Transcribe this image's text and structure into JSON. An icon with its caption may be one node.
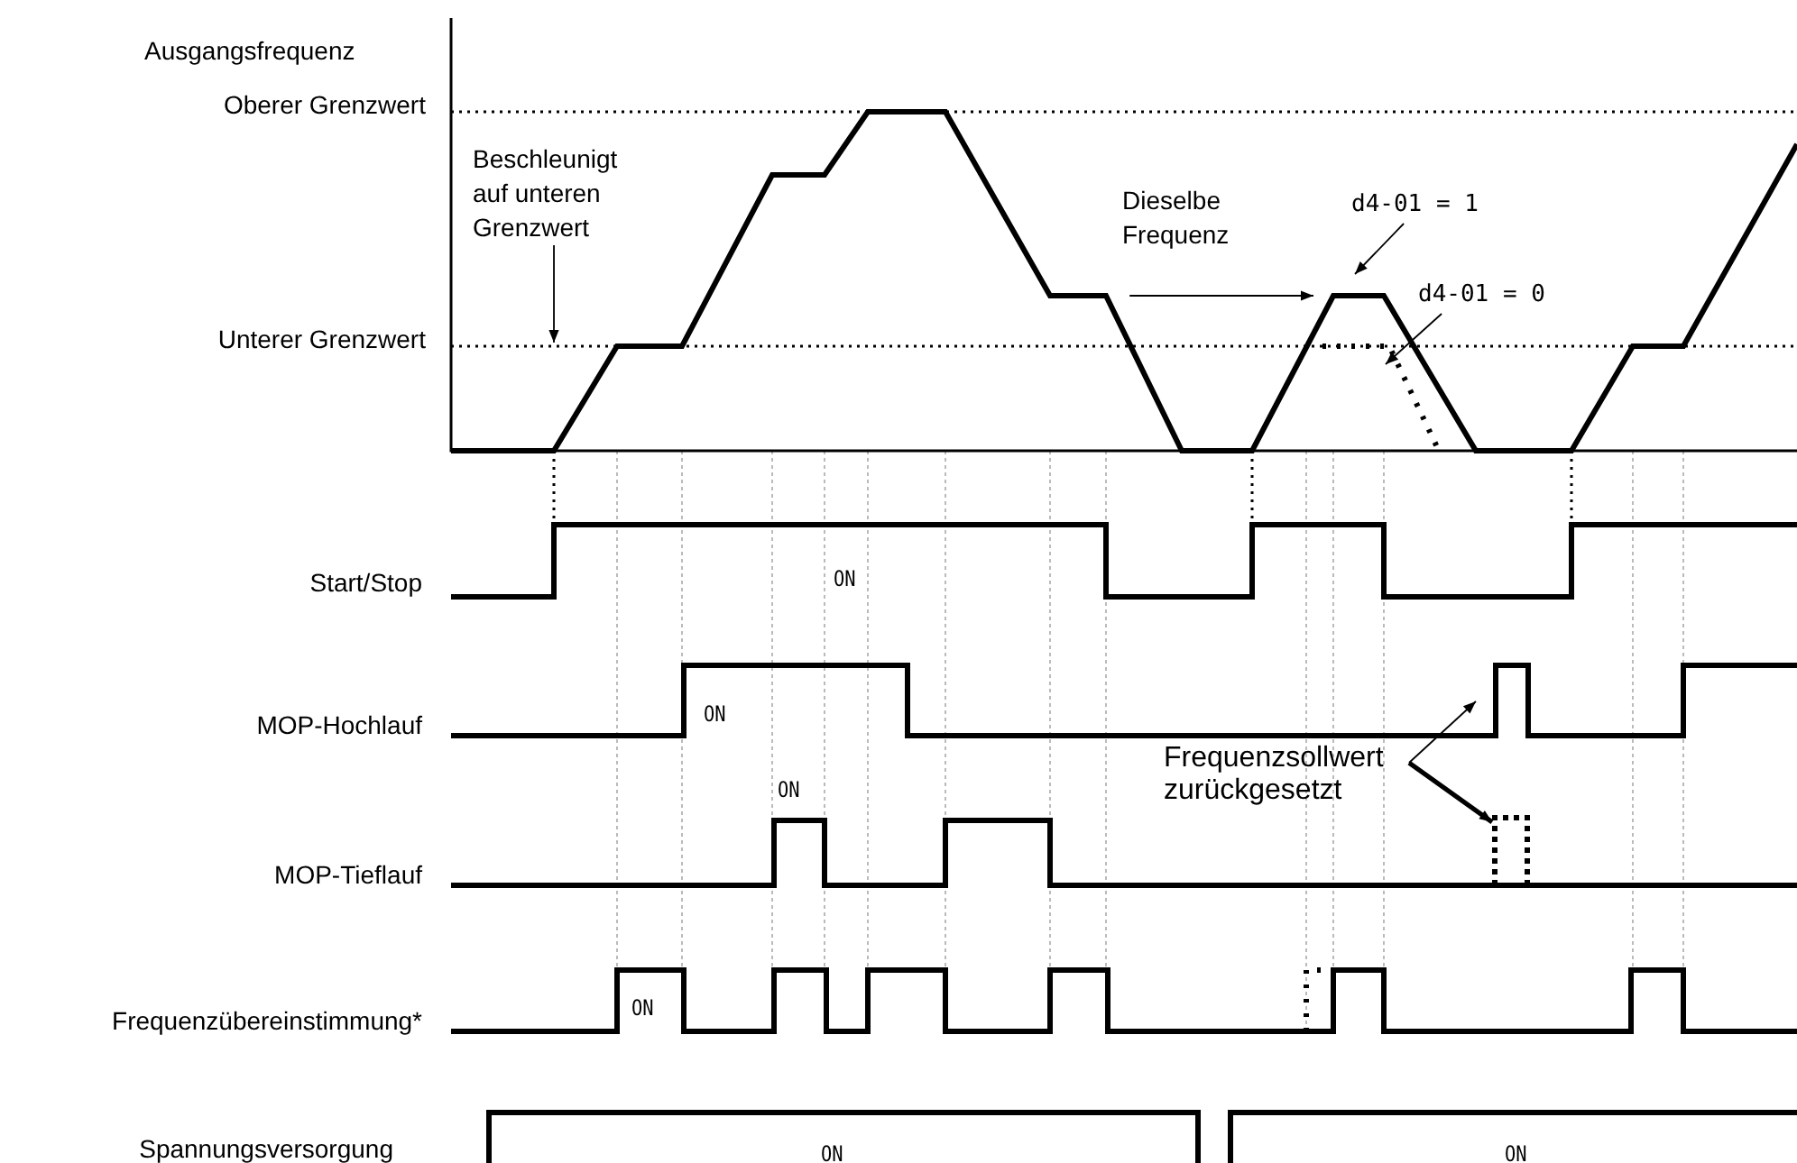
{
  "diagram": {
    "nodes": [
      {
        "text": [
          "Beschleunigt auf unteren Grenzwert"
        ]
      },
      {
        "text": [
          "Dieselbe Frequenz"
        ]
      },
      {
        "text": [
          "d4-01 = 1"
        ]
      },
      {
        "text": [
          "d4-01 = 0"
        ]
      },
      {
        "text": [
          "Frequenzsollwert zurückgesetzt"
        ]
      },
      {
        "text": [],
        "shape": "box"
      }
    ],
    "edges": [
      {
        "from": 0,
        "to": null,
        "arrow": "to"
      },
      {
        "from": 1,
        "to": null,
        "arrow": "to"
      },
      {
        "from": 2,
        "to": null,
        "arrow": "to"
      },
      {
        "from": 3,
        "to": null,
        "arrow": "to"
      },
      {
        "from": 4,
        "to": null,
        "arrow": "to"
      },
      {
        "from": 4,
        "to": 5,
        "arrow": "to",
        "style": "thick"
      }
    ],
    "labels": [
      "Ausgangsfrequenz",
      "Oberer Grenzwert",
      "Unterer Grenzwert",
      "Start/Stop",
      "ON",
      "MOP-Hochlauf",
      "ON",
      "ON",
      "MOP-Tieflauf",
      "Frequenzübereinstimmung*",
      "ON",
      "Spannungsversorgung",
      "ON",
      "ON"
    ]
  }
}
